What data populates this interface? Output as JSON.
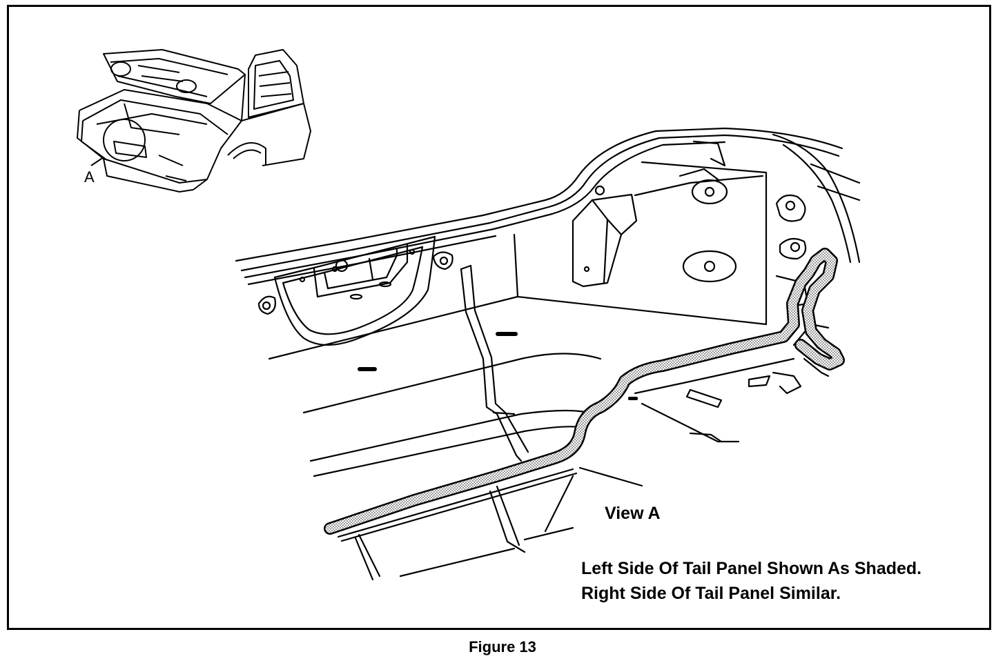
{
  "figure": {
    "caption": "Figure 13",
    "callout_label": "A",
    "view_label": "View A",
    "note_line1": "Left Side Of Tail Panel Shown As Shaded.",
    "note_line2": "Right Side Of Tail Panel Similar."
  },
  "colors": {
    "line": "#000000",
    "background": "#ffffff",
    "sealer_shading": "#bfbfbf"
  }
}
